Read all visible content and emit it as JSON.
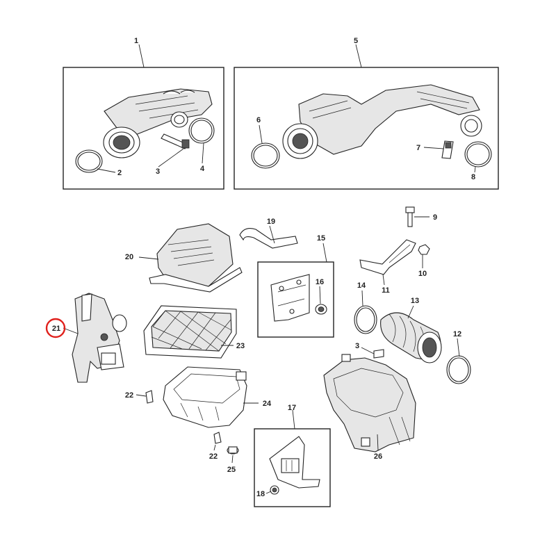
{
  "diagram": {
    "highlight_color": "#e0201c",
    "line_color": "#222222",
    "callouts": [
      {
        "id": "1",
        "label": "1"
      },
      {
        "id": "2",
        "label": "2"
      },
      {
        "id": "3a",
        "label": "3"
      },
      {
        "id": "4",
        "label": "4"
      },
      {
        "id": "5",
        "label": "5"
      },
      {
        "id": "6",
        "label": "6"
      },
      {
        "id": "7",
        "label": "7"
      },
      {
        "id": "8",
        "label": "8"
      },
      {
        "id": "9",
        "label": "9"
      },
      {
        "id": "10",
        "label": "10"
      },
      {
        "id": "11",
        "label": "11"
      },
      {
        "id": "12",
        "label": "12"
      },
      {
        "id": "13",
        "label": "13"
      },
      {
        "id": "14",
        "label": "14"
      },
      {
        "id": "15",
        "label": "15"
      },
      {
        "id": "16",
        "label": "16"
      },
      {
        "id": "17",
        "label": "17"
      },
      {
        "id": "18",
        "label": "18"
      },
      {
        "id": "19",
        "label": "19"
      },
      {
        "id": "20",
        "label": "20"
      },
      {
        "id": "21",
        "label": "21",
        "highlighted": true
      },
      {
        "id": "22a",
        "label": "22"
      },
      {
        "id": "22b",
        "label": "22"
      },
      {
        "id": "23",
        "label": "23"
      },
      {
        "id": "24",
        "label": "24"
      },
      {
        "id": "25",
        "label": "25"
      },
      {
        "id": "26",
        "label": "26"
      },
      {
        "id": "3b",
        "label": "3"
      }
    ]
  }
}
